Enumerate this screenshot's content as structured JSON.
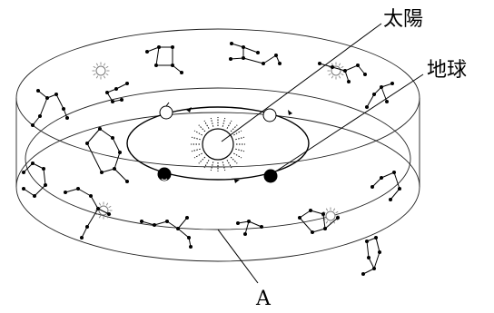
{
  "labels": {
    "sun": "太陽",
    "earth": "地球",
    "a": "A"
  },
  "icons": [
    "sun-icon",
    "earth-icon",
    "dim-sun-icon"
  ],
  "colors": {
    "ink": "#000000",
    "background": "#ffffff"
  }
}
